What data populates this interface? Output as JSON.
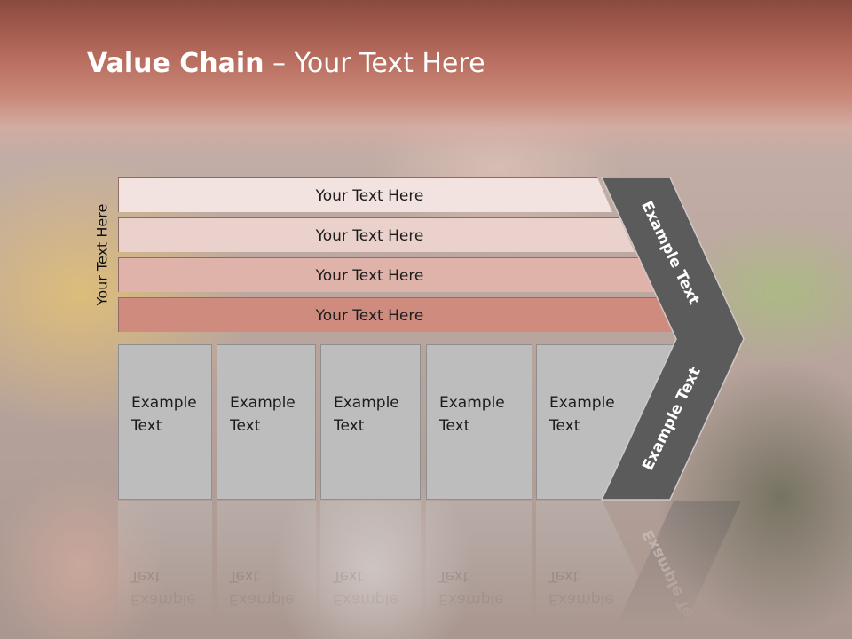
{
  "title": {
    "bold": "Value Chain",
    "rest": " – Your Text Here"
  },
  "axis_label": "Your Text Here",
  "bars": [
    {
      "label": "Your Text Here"
    },
    {
      "label": "Your Text Here"
    },
    {
      "label": "Your Text Here"
    },
    {
      "label": "Your Text Here"
    }
  ],
  "boxes": [
    {
      "line1": "Example",
      "line2": "Text"
    },
    {
      "line1": "Example",
      "line2": "Text"
    },
    {
      "line1": "Example",
      "line2": "Text"
    },
    {
      "line1": "Example",
      "line2": "Text"
    },
    {
      "line1": "Example",
      "line2": "Text"
    }
  ],
  "chevron": {
    "upper_label": "Example Text",
    "lower_label": "Example Text",
    "color": "#5b5b5b"
  }
}
